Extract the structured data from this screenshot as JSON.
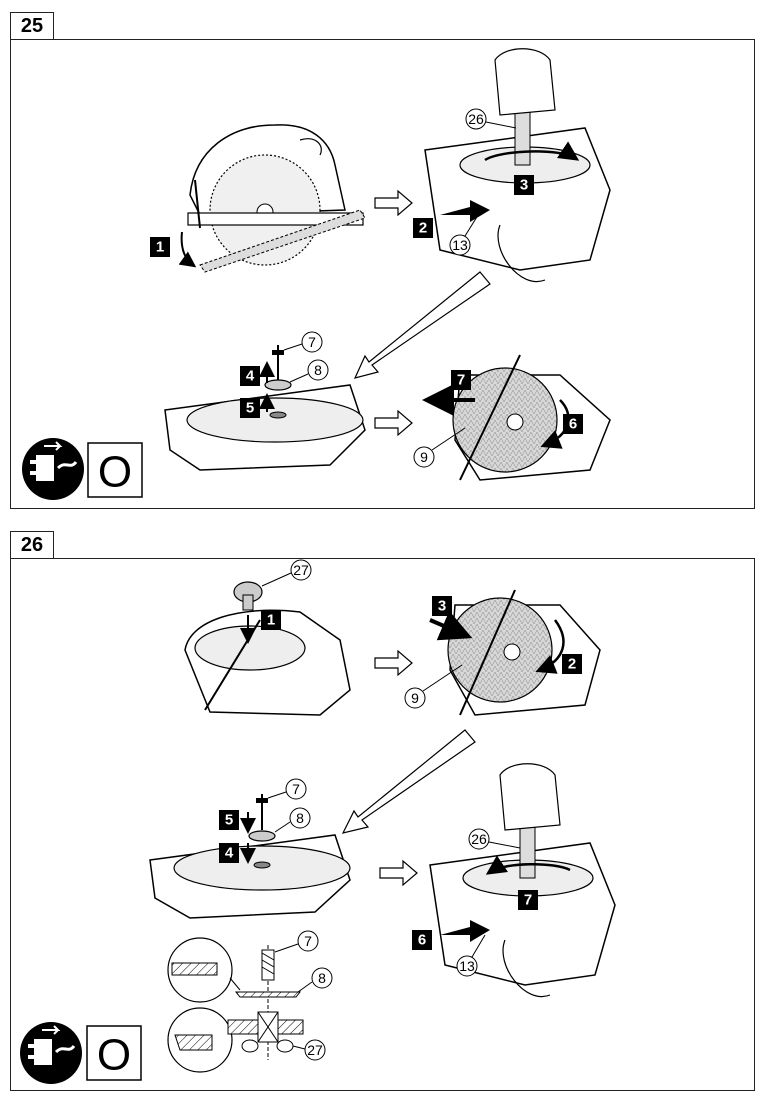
{
  "figure25": {
    "number": "25",
    "steps": [
      "1",
      "2",
      "3",
      "4",
      "5",
      "6",
      "7"
    ],
    "parts": [
      "26",
      "13",
      "7",
      "8",
      "9"
    ],
    "mode_label": "O"
  },
  "figure26": {
    "number": "26",
    "steps": [
      "1",
      "2",
      "3",
      "4",
      "5",
      "6",
      "7"
    ],
    "parts": [
      "27",
      "9",
      "7",
      "8",
      "26",
      "13",
      "7",
      "8",
      "27"
    ],
    "mode_label": "O"
  },
  "icons": {
    "unplug": "unplug-power-icon",
    "mode": "mode-off-icon"
  }
}
